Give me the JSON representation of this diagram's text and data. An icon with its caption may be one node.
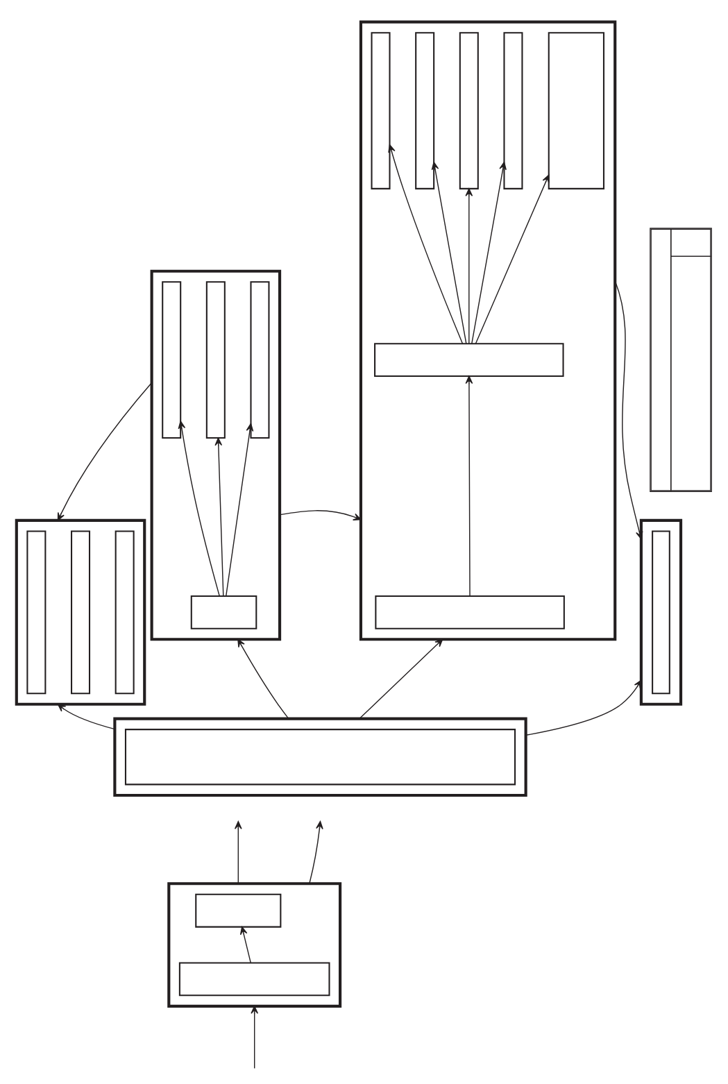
{
  "diagram": {
    "nodes": [
      {
        "text": [],
        "shape": "box"
      },
      {
        "text": [],
        "shape": "bar",
        "in": 0
      },
      {
        "text": [],
        "shape": "bar",
        "in": 0
      },
      {
        "text": [],
        "shape": "bar",
        "in": 0
      },
      {
        "text": [],
        "shape": "box"
      },
      {
        "text": [],
        "shape": "bar",
        "in": 4
      },
      {
        "text": [],
        "shape": "bar",
        "in": 4
      },
      {
        "text": [],
        "shape": "bar",
        "in": 4
      },
      {
        "text": [],
        "shape": "box",
        "in": 4
      },
      {
        "text": [],
        "shape": "box"
      },
      {
        "text": [],
        "shape": "bar",
        "in": 9
      },
      {
        "text": [],
        "shape": "bar",
        "in": 9
      },
      {
        "text": [],
        "shape": "bar",
        "in": 9
      },
      {
        "text": [],
        "shape": "bar",
        "in": 9
      },
      {
        "text": [],
        "shape": "box",
        "in": 9
      },
      {
        "text": [],
        "shape": "box",
        "in": 9
      },
      {
        "text": [],
        "shape": "box",
        "in": 9
      },
      {
        "text": [],
        "shape": "box"
      },
      {
        "text": [],
        "shape": "bar",
        "in": 17
      },
      {
        "text": [],
        "shape": "box"
      },
      {
        "text": [],
        "shape": "box",
        "in": 19
      },
      {
        "text": [],
        "shape": "box"
      },
      {
        "text": [],
        "shape": "box",
        "in": 21
      },
      {
        "text": [],
        "shape": "box",
        "in": 21
      },
      {
        "text": [],
        "shape": "table"
      }
    ],
    "edges": [
      {
        "from": 8,
        "to": 5,
        "arrow": "to"
      },
      {
        "from": 8,
        "to": 6,
        "arrow": "to"
      },
      {
        "from": 8,
        "to": 7,
        "arrow": "to"
      },
      {
        "from": 15,
        "to": 10,
        "arrow": "to"
      },
      {
        "from": 15,
        "to": 11,
        "arrow": "to"
      },
      {
        "from": 15,
        "to": 12,
        "arrow": "to"
      },
      {
        "from": 15,
        "to": 13,
        "arrow": "to"
      },
      {
        "from": 15,
        "to": 14,
        "arrow": "to"
      },
      {
        "from": 16,
        "to": 15,
        "arrow": "to"
      },
      {
        "from": 19,
        "to": 0,
        "arrow": "to"
      },
      {
        "from": 19,
        "to": 4,
        "arrow": "to"
      },
      {
        "from": 19,
        "to": 9,
        "arrow": "to"
      },
      {
        "from": 19,
        "to": 17,
        "arrow": "to"
      },
      {
        "from": 4,
        "to": 0,
        "arrow": "to"
      },
      {
        "from": 4,
        "to": 9,
        "arrow": "to"
      },
      {
        "from": 9,
        "to": 17,
        "arrow": "to"
      },
      {
        "from": 21,
        "to": null,
        "arrow": "to"
      },
      {
        "from": null,
        "to": 21,
        "arrow": "to"
      },
      {
        "from": 21,
        "to": null,
        "arrow": "to"
      },
      {
        "from": 23,
        "to": 22,
        "arrow": "to"
      }
    ]
  }
}
